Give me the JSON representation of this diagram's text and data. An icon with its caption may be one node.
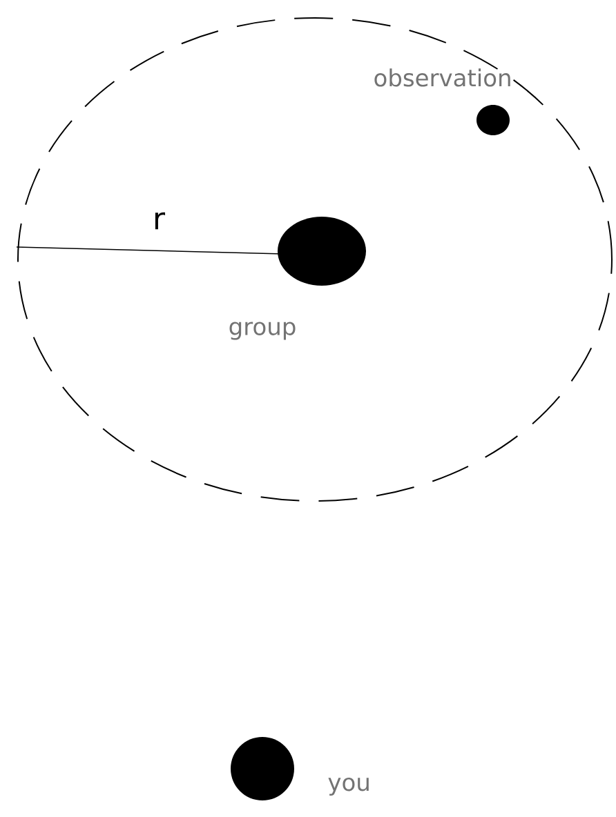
{
  "diagram": {
    "nodes": [
      {
        "text": [],
        "shape": "circle",
        "beside": [
          "observation"
        ]
      },
      {
        "text": [],
        "shape": "circle",
        "beside": [
          "group"
        ]
      },
      {
        "text": [],
        "shape": "circle",
        "beside": [
          "you"
        ]
      }
    ],
    "labels": [
      "r"
    ]
  }
}
